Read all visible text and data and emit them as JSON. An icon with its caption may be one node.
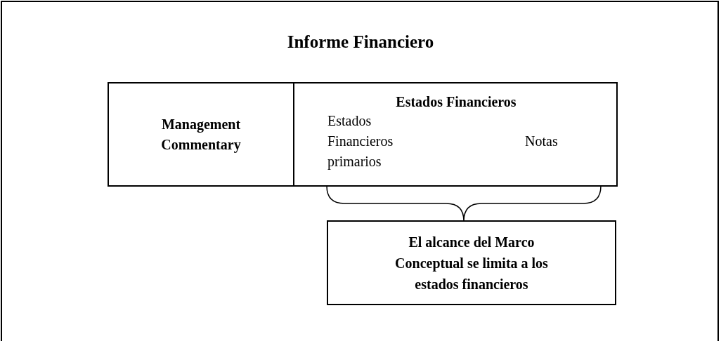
{
  "diagram": {
    "nodes": [
      {
        "text": [
          "Informe Financiero"
        ]
      },
      {
        "text": [
          "Management Commentary"
        ],
        "in": 0
      },
      {
        "text": [
          "Estados Financieros",
          "Estados Financieros primarios",
          "Notas"
        ],
        "in": 0
      },
      {
        "text": [
          "El alcance del Marco Conceptual se limita a los estados financieros"
        ],
        "in": 0
      }
    ],
    "edges": []
  }
}
